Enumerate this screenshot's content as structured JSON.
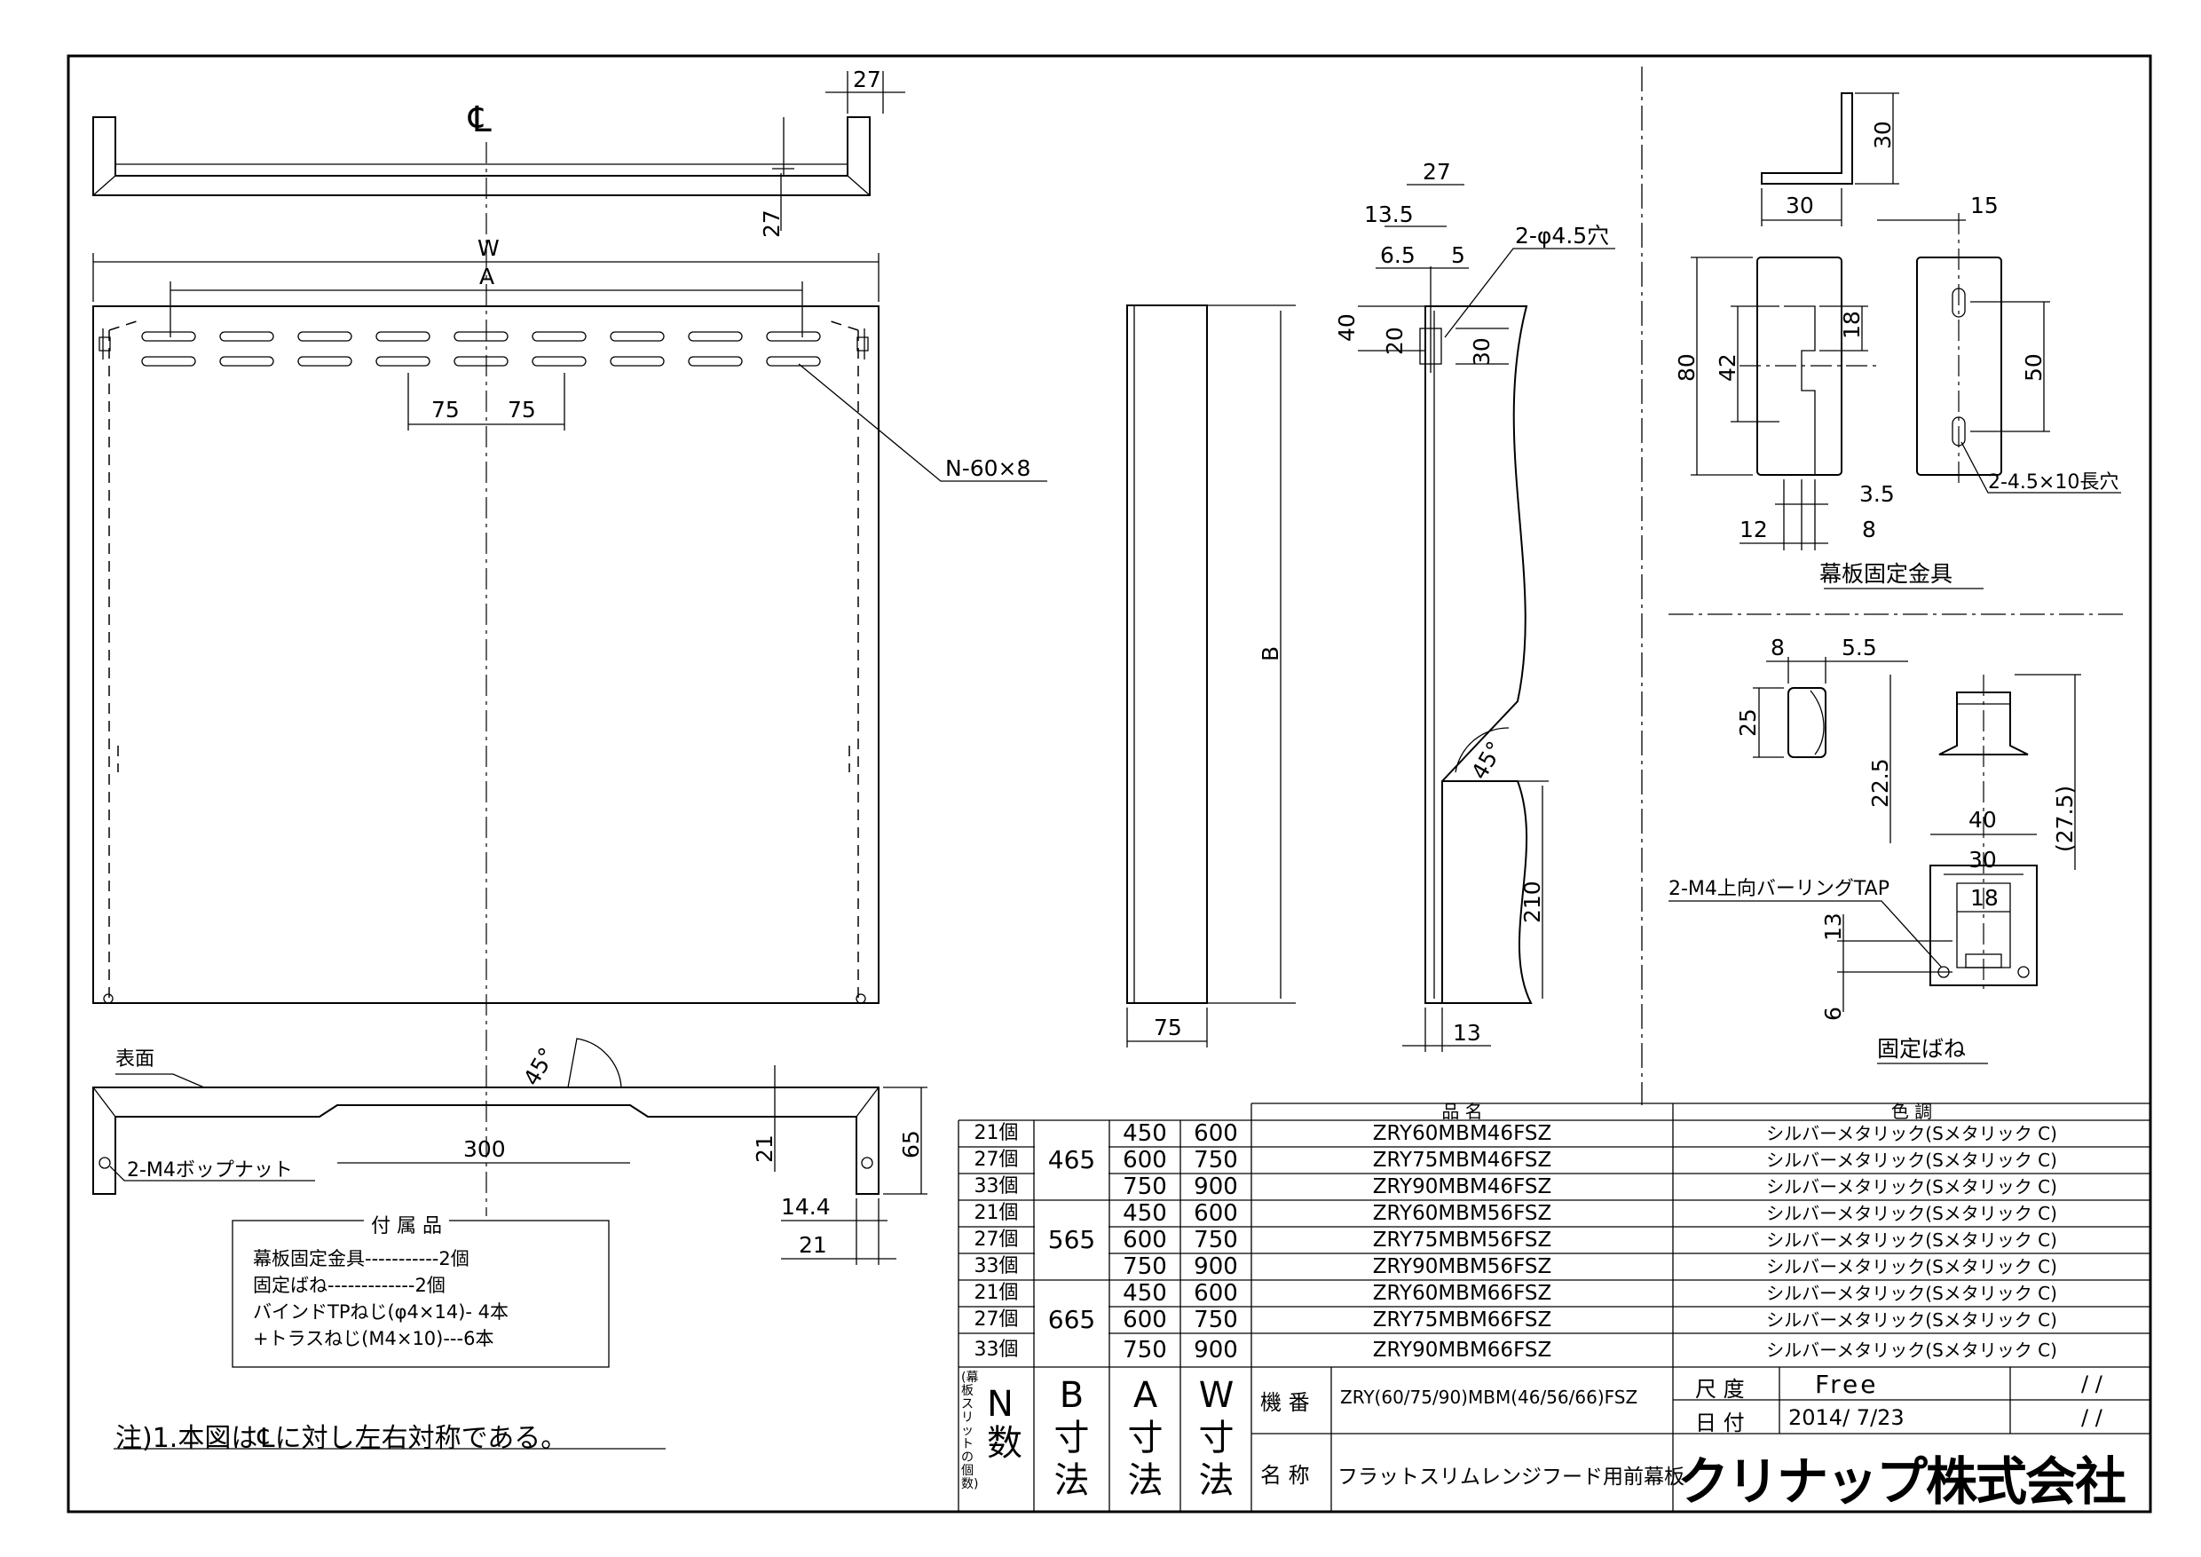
{
  "front_view": {
    "center_mark": "℄",
    "dim_top_27": "27",
    "dim_side_27": "27",
    "dim_W": "W",
    "dim_A": "A",
    "dim_75_left": "75",
    "dim_75_right": "75",
    "slot_callout": "N-60×8"
  },
  "side_view": {
    "dim_B": "B",
    "dim_75": "75"
  },
  "section_view": {
    "dim_27": "27",
    "dim_13_5": "13.5",
    "dim_6_5": "6.5",
    "dim_5": "5",
    "hole_callout": "2-φ4.5穴",
    "dim_40": "40",
    "dim_20": "20",
    "dim_30": "30",
    "angle": "45°",
    "dim_210": "210",
    "dim_13": "13"
  },
  "bottom_view": {
    "surface_label": "表面",
    "angle": "45°",
    "dim_300": "300",
    "dim_65": "65",
    "dim_21_v": "21",
    "dim_14_4": "14.4",
    "dim_21_h": "21",
    "nut_callout": "2-M4ボップナット"
  },
  "accessories": {
    "title": "付 属 品",
    "items": [
      "幕板固定金具-----------2個",
      "固定ばね-------------2個",
      "バインドTPねじ(φ4×14)- 4本",
      "+トラスねじ(M4×10)---6本"
    ]
  },
  "note": "注)1.本図は℄に対し左右対称である。",
  "bracket": {
    "title": "幕板固定金具",
    "dim_30_v": "30",
    "dim_30_h": "30",
    "dim_15": "15",
    "dim_80": "80",
    "dim_42": "42",
    "dim_18": "18",
    "dim_50": "50",
    "dim_3_5": "3.5",
    "dim_12": "12",
    "dim_8": "8",
    "slot_callout": "2-4.5×10長穴"
  },
  "spring": {
    "title": "固定ばね",
    "dim_8": "8",
    "dim_5_5": "5.5",
    "dim_25": "25",
    "dim_22_5": "22.5",
    "dim_27_5": "(27.5)",
    "dim_40": "40",
    "dim_30": "30",
    "dim_18": "18",
    "dim_13": "13",
    "dim_6": "6",
    "tap_callout": "2-M4上向バーリングTAP"
  },
  "table": {
    "header_name": "品 名",
    "header_color": "色 調",
    "rows": [
      {
        "n": "21個",
        "b": "465",
        "a": "450",
        "w": "600",
        "name": "ZRY60MBM46FSZ",
        "color": "シルバーメタリック(Sメタリック C)"
      },
      {
        "n": "27個",
        "b": "",
        "a": "600",
        "w": "750",
        "name": "ZRY75MBM46FSZ",
        "color": "シルバーメタリック(Sメタリック C)"
      },
      {
        "n": "33個",
        "b": "",
        "a": "750",
        "w": "900",
        "name": "ZRY90MBM46FSZ",
        "color": "シルバーメタリック(Sメタリック C)"
      },
      {
        "n": "21個",
        "b": "565",
        "a": "450",
        "w": "600",
        "name": "ZRY60MBM56FSZ",
        "color": "シルバーメタリック(Sメタリック C)"
      },
      {
        "n": "27個",
        "b": "",
        "a": "600",
        "w": "750",
        "name": "ZRY75MBM56FSZ",
        "color": "シルバーメタリック(Sメタリック C)"
      },
      {
        "n": "33個",
        "b": "",
        "a": "750",
        "w": "900",
        "name": "ZRY90MBM56FSZ",
        "color": "シルバーメタリック(Sメタリック C)"
      },
      {
        "n": "21個",
        "b": "665",
        "a": "450",
        "w": "600",
        "name": "ZRY60MBM66FSZ",
        "color": "シルバーメタリック(Sメタリック C)"
      },
      {
        "n": "27個",
        "b": "",
        "a": "600",
        "w": "750",
        "name": "ZRY75MBM66FSZ",
        "color": "シルバーメタリック(Sメタリック C)"
      },
      {
        "n": "33個",
        "b": "",
        "a": "750",
        "w": "900",
        "name": "ZRY90MBM66FSZ",
        "color": "シルバーメタリック(Sメタリック C)"
      }
    ],
    "footer_n": "N数",
    "footer_n_sub": "(幕板スリットの個数)",
    "footer_b": "B寸法",
    "footer_a": "A寸法",
    "footer_w": "W寸法"
  },
  "title_block": {
    "model_label": "機 番",
    "model_value": "ZRY(60/75/90)MBM(46/56/66)FSZ",
    "name_label": "名 称",
    "name_value": "フラットスリムレンジフード用前幕板",
    "scale_label": "尺 度",
    "scale_value": "Free",
    "date_label": "日 付",
    "date_value": "2014/ 7/23",
    "rev1": "/ /",
    "rev2": "/ /",
    "company": "クリナップ株式会社"
  }
}
